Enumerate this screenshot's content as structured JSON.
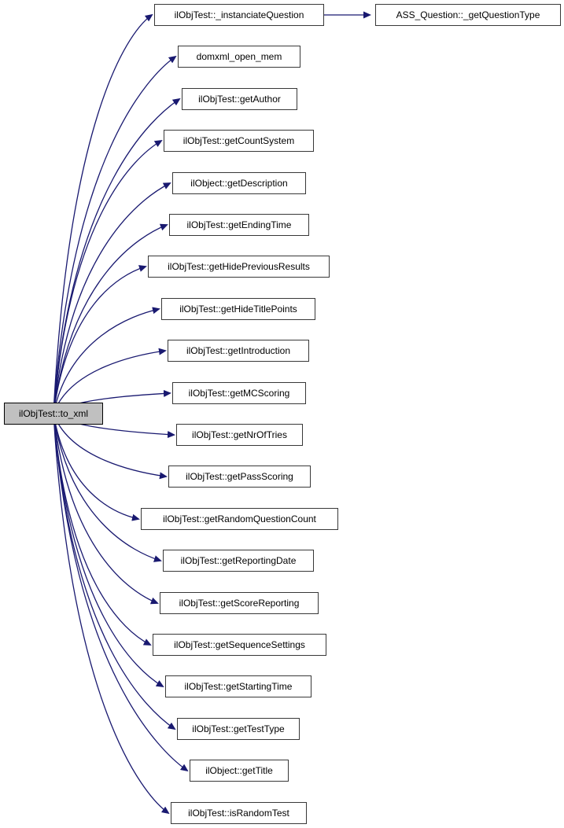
{
  "graph": {
    "root": {
      "label": "ilObjTest::to_xml"
    },
    "callees": [
      {
        "label": "ilObjTest::_instanciateQuestion",
        "calls": [
          {
            "label": "ASS_Question::_getQuestionType"
          }
        ]
      },
      {
        "label": "domxml_open_mem"
      },
      {
        "label": "ilObjTest::getAuthor"
      },
      {
        "label": "ilObjTest::getCountSystem"
      },
      {
        "label": "ilObject::getDescription"
      },
      {
        "label": "ilObjTest::getEndingTime"
      },
      {
        "label": "ilObjTest::getHidePreviousResults"
      },
      {
        "label": "ilObjTest::getHideTitlePoints"
      },
      {
        "label": "ilObjTest::getIntroduction"
      },
      {
        "label": "ilObjTest::getMCScoring"
      },
      {
        "label": "ilObjTest::getNrOfTries"
      },
      {
        "label": "ilObjTest::getPassScoring"
      },
      {
        "label": "ilObjTest::getRandomQuestionCount"
      },
      {
        "label": "ilObjTest::getReportingDate"
      },
      {
        "label": "ilObjTest::getScoreReporting"
      },
      {
        "label": "ilObjTest::getSequenceSettings"
      },
      {
        "label": "ilObjTest::getStartingTime"
      },
      {
        "label": "ilObjTest::getTestType"
      },
      {
        "label": "ilObject::getTitle"
      },
      {
        "label": "ilObjTest::isRandomTest"
      }
    ],
    "colors": {
      "edge": "#191970",
      "root_fill": "#c0c0c0",
      "node_fill": "#ffffff",
      "node_border": "#383838",
      "text": "#000000",
      "background": "#ffffff"
    }
  }
}
